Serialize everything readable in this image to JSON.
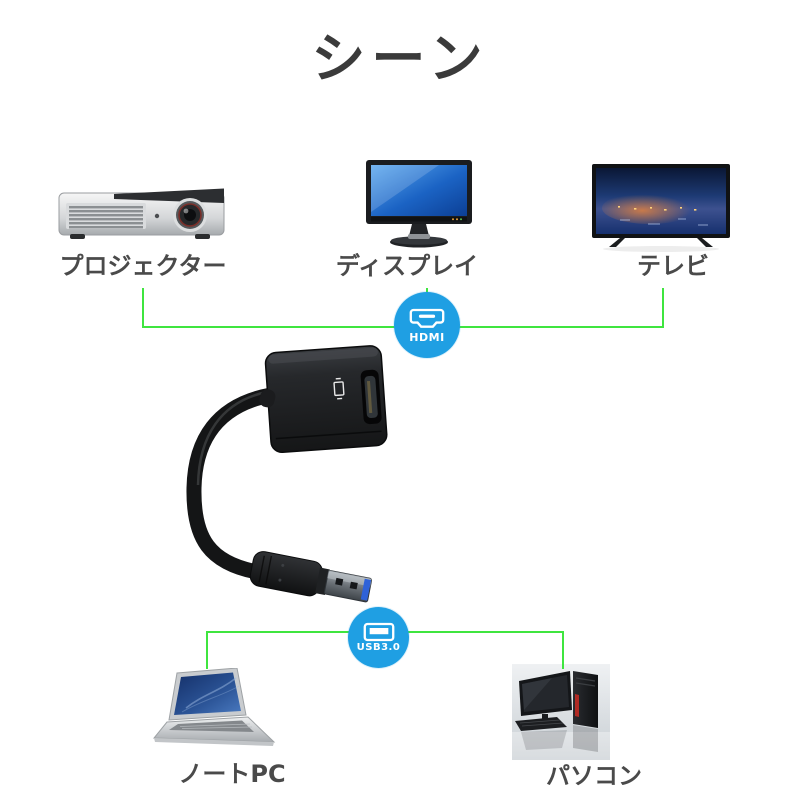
{
  "title": "シーン",
  "colors": {
    "badge_blue": "#1F9FE3",
    "line_green": "#3FE53F",
    "title_text": "#3B3B3B",
    "label_text": "#4A4A4A",
    "usb_plug_blue": "#2F62D8"
  },
  "hdmi_badge": {
    "label": "HDMI"
  },
  "usb_badge": {
    "label": "USB3.0"
  },
  "top_devices": [
    {
      "name": "projector",
      "label": "プロジェクター"
    },
    {
      "name": "display",
      "label": "ディスプレイ"
    },
    {
      "name": "tv",
      "label": "テレビ"
    }
  ],
  "bottom_devices": [
    {
      "name": "laptop",
      "label": "ノートPC"
    },
    {
      "name": "desktop",
      "label": "パソコン"
    }
  ]
}
